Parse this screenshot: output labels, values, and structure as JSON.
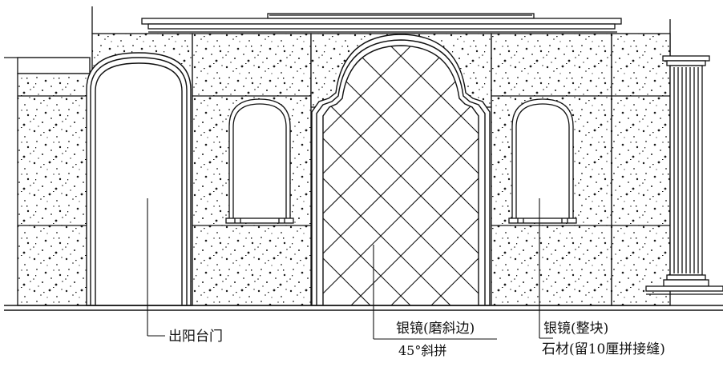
{
  "labels": {
    "door": "出阳台门",
    "mirror_bevel": "银镜(磨斜边)",
    "mirror_pattern": "45°斜拼",
    "mirror_whole": "银镜(整块)",
    "stone": "石材(留10厘拼接缝)"
  },
  "colors": {
    "line": "#111111",
    "background": "#ffffff",
    "speckle": "#1a1a1a"
  }
}
